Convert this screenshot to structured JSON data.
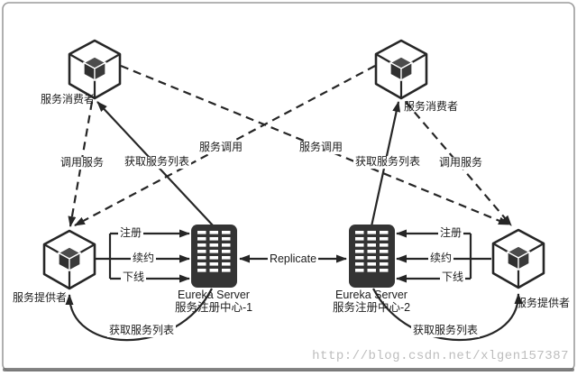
{
  "colors": {
    "line": "#262626",
    "server_fill": "#343434",
    "cube_stroke": "#262626",
    "border": "#9c9c9c",
    "watermark": "#bdbdbd",
    "background": "#ffffff"
  },
  "icons": {
    "service_node": "cube-icon",
    "registry_node": "server-icon"
  },
  "nodes": {
    "consumer_left": {
      "label": "服务消费者"
    },
    "consumer_right": {
      "label": "服务消费者"
    },
    "provider_left": {
      "label": "服务提供者"
    },
    "provider_right": {
      "label": "服务提供者"
    },
    "registry_left": {
      "title": "Eureka Server",
      "subtitle": "服务注册中心-1"
    },
    "registry_right": {
      "title": "Eureka Server",
      "subtitle": "服务注册中心-2"
    }
  },
  "edges": {
    "call_service_left": "调用服务",
    "fetch_list_top_left": "获取服务列表",
    "service_call_left": "服务调用",
    "service_call_right": "服务调用",
    "fetch_list_top_right": "获取服务列表",
    "call_service_right": "调用服务",
    "register_left": "注册",
    "renew_left": "续约",
    "offline_left": "下线",
    "register_right": "注册",
    "renew_right": "续约",
    "offline_right": "下线",
    "replicate": "Replicate",
    "fetch_list_bottom_left": "获取服务列表",
    "fetch_list_bottom_right": "获取服务列表"
  },
  "watermark": "http://blog.csdn.net/xlgen157387"
}
